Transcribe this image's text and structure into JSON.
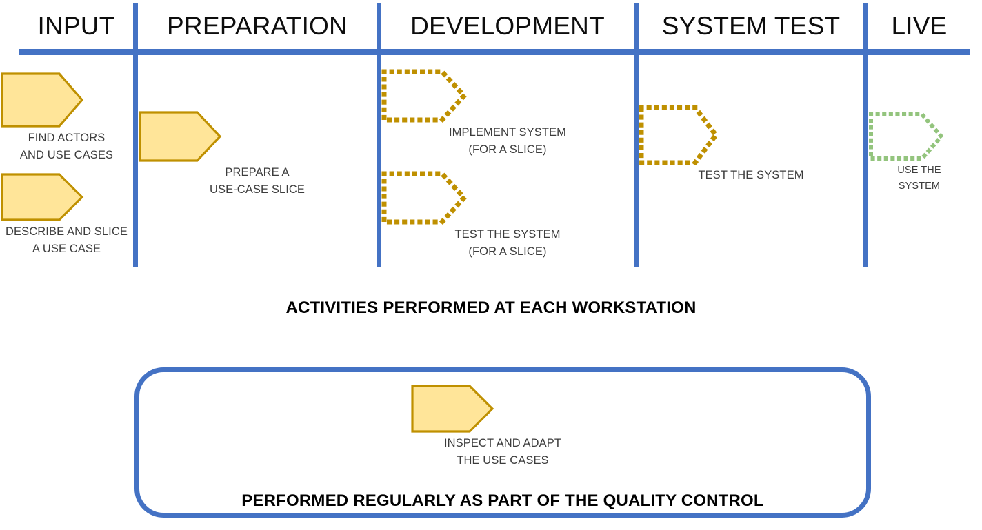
{
  "diagram": {
    "title_activities": "ACTIVITIES PERFORMED AT EACH WORKSTATION",
    "title_quality": "PERFORMED REGULARLY AS PART OF THE QUALITY CONTROL",
    "colors": {
      "lane_blue": "#4472C4",
      "shape_fill": "#FFE599",
      "shape_stroke": "#BF9000",
      "dotted_gold": "#BF9000",
      "dotted_green": "#93C47D",
      "caption_text": "#3C3C3C",
      "header_text": "#0D0D0D"
    },
    "columns": [
      {
        "id": "input",
        "label": "INPUT"
      },
      {
        "id": "preparation",
        "label": "PREPARATION"
      },
      {
        "id": "development",
        "label": "DEVELOPMENT"
      },
      {
        "id": "system-test",
        "label": "SYSTEM TEST"
      },
      {
        "id": "live",
        "label": "LIVE"
      }
    ],
    "activities": [
      {
        "id": "find-actors",
        "column": "input",
        "style": "filled-gold",
        "lines": [
          "FIND ACTORS",
          "AND USE CASES"
        ]
      },
      {
        "id": "describe-slice",
        "column": "input",
        "style": "filled-gold",
        "lines": [
          "DESCRIBE AND SLICE",
          "A USE CASE"
        ]
      },
      {
        "id": "prepare-slice",
        "column": "preparation",
        "style": "filled-gold",
        "lines": [
          "PREPARE A",
          "USE-CASE SLICE"
        ]
      },
      {
        "id": "implement-system",
        "column": "development",
        "style": "dotted-gold",
        "lines": [
          "IMPLEMENT SYSTEM",
          "(FOR A SLICE)"
        ]
      },
      {
        "id": "test-system-slice",
        "column": "development",
        "style": "dotted-gold",
        "lines": [
          "TEST THE SYSTEM",
          "(FOR A SLICE)"
        ]
      },
      {
        "id": "test-the-system",
        "column": "system-test",
        "style": "dotted-gold",
        "lines": [
          "TEST THE SYSTEM"
        ]
      },
      {
        "id": "use-the-system",
        "column": "live",
        "style": "dotted-green",
        "lines": [
          "USE THE",
          "SYSTEM"
        ]
      },
      {
        "id": "inspect-adapt",
        "column": "quality-control",
        "style": "filled-gold",
        "lines": [
          "INSPECT AND ADAPT",
          "THE USE CASES"
        ]
      }
    ]
  }
}
